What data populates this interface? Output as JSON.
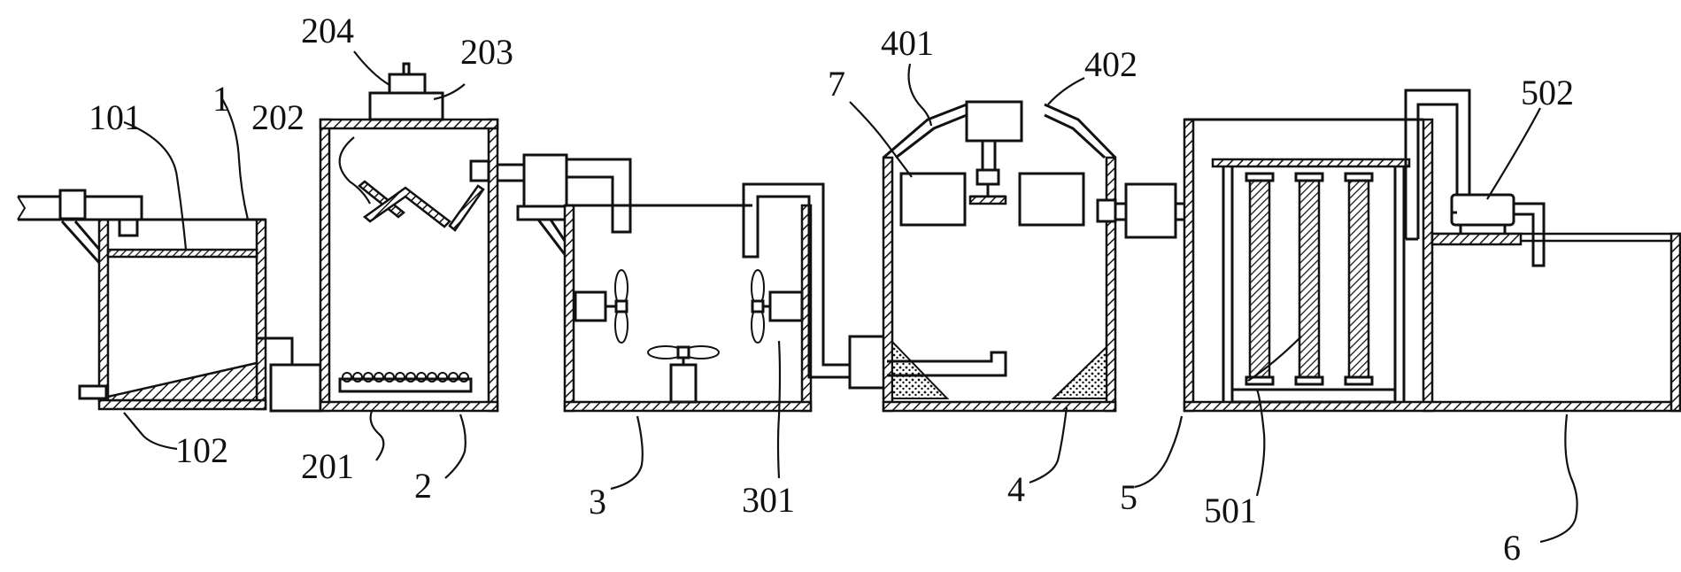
{
  "labels": {
    "l1": "1",
    "l101": "101",
    "l102": "102",
    "l2": "2",
    "l201": "201",
    "l202": "202",
    "l203": "203",
    "l204": "204",
    "l3": "3",
    "l301": "301",
    "l4": "4",
    "l401": "401",
    "l402": "402",
    "l5": "5",
    "l501": "501",
    "l502": "502",
    "l6": "6",
    "l7": "7"
  }
}
